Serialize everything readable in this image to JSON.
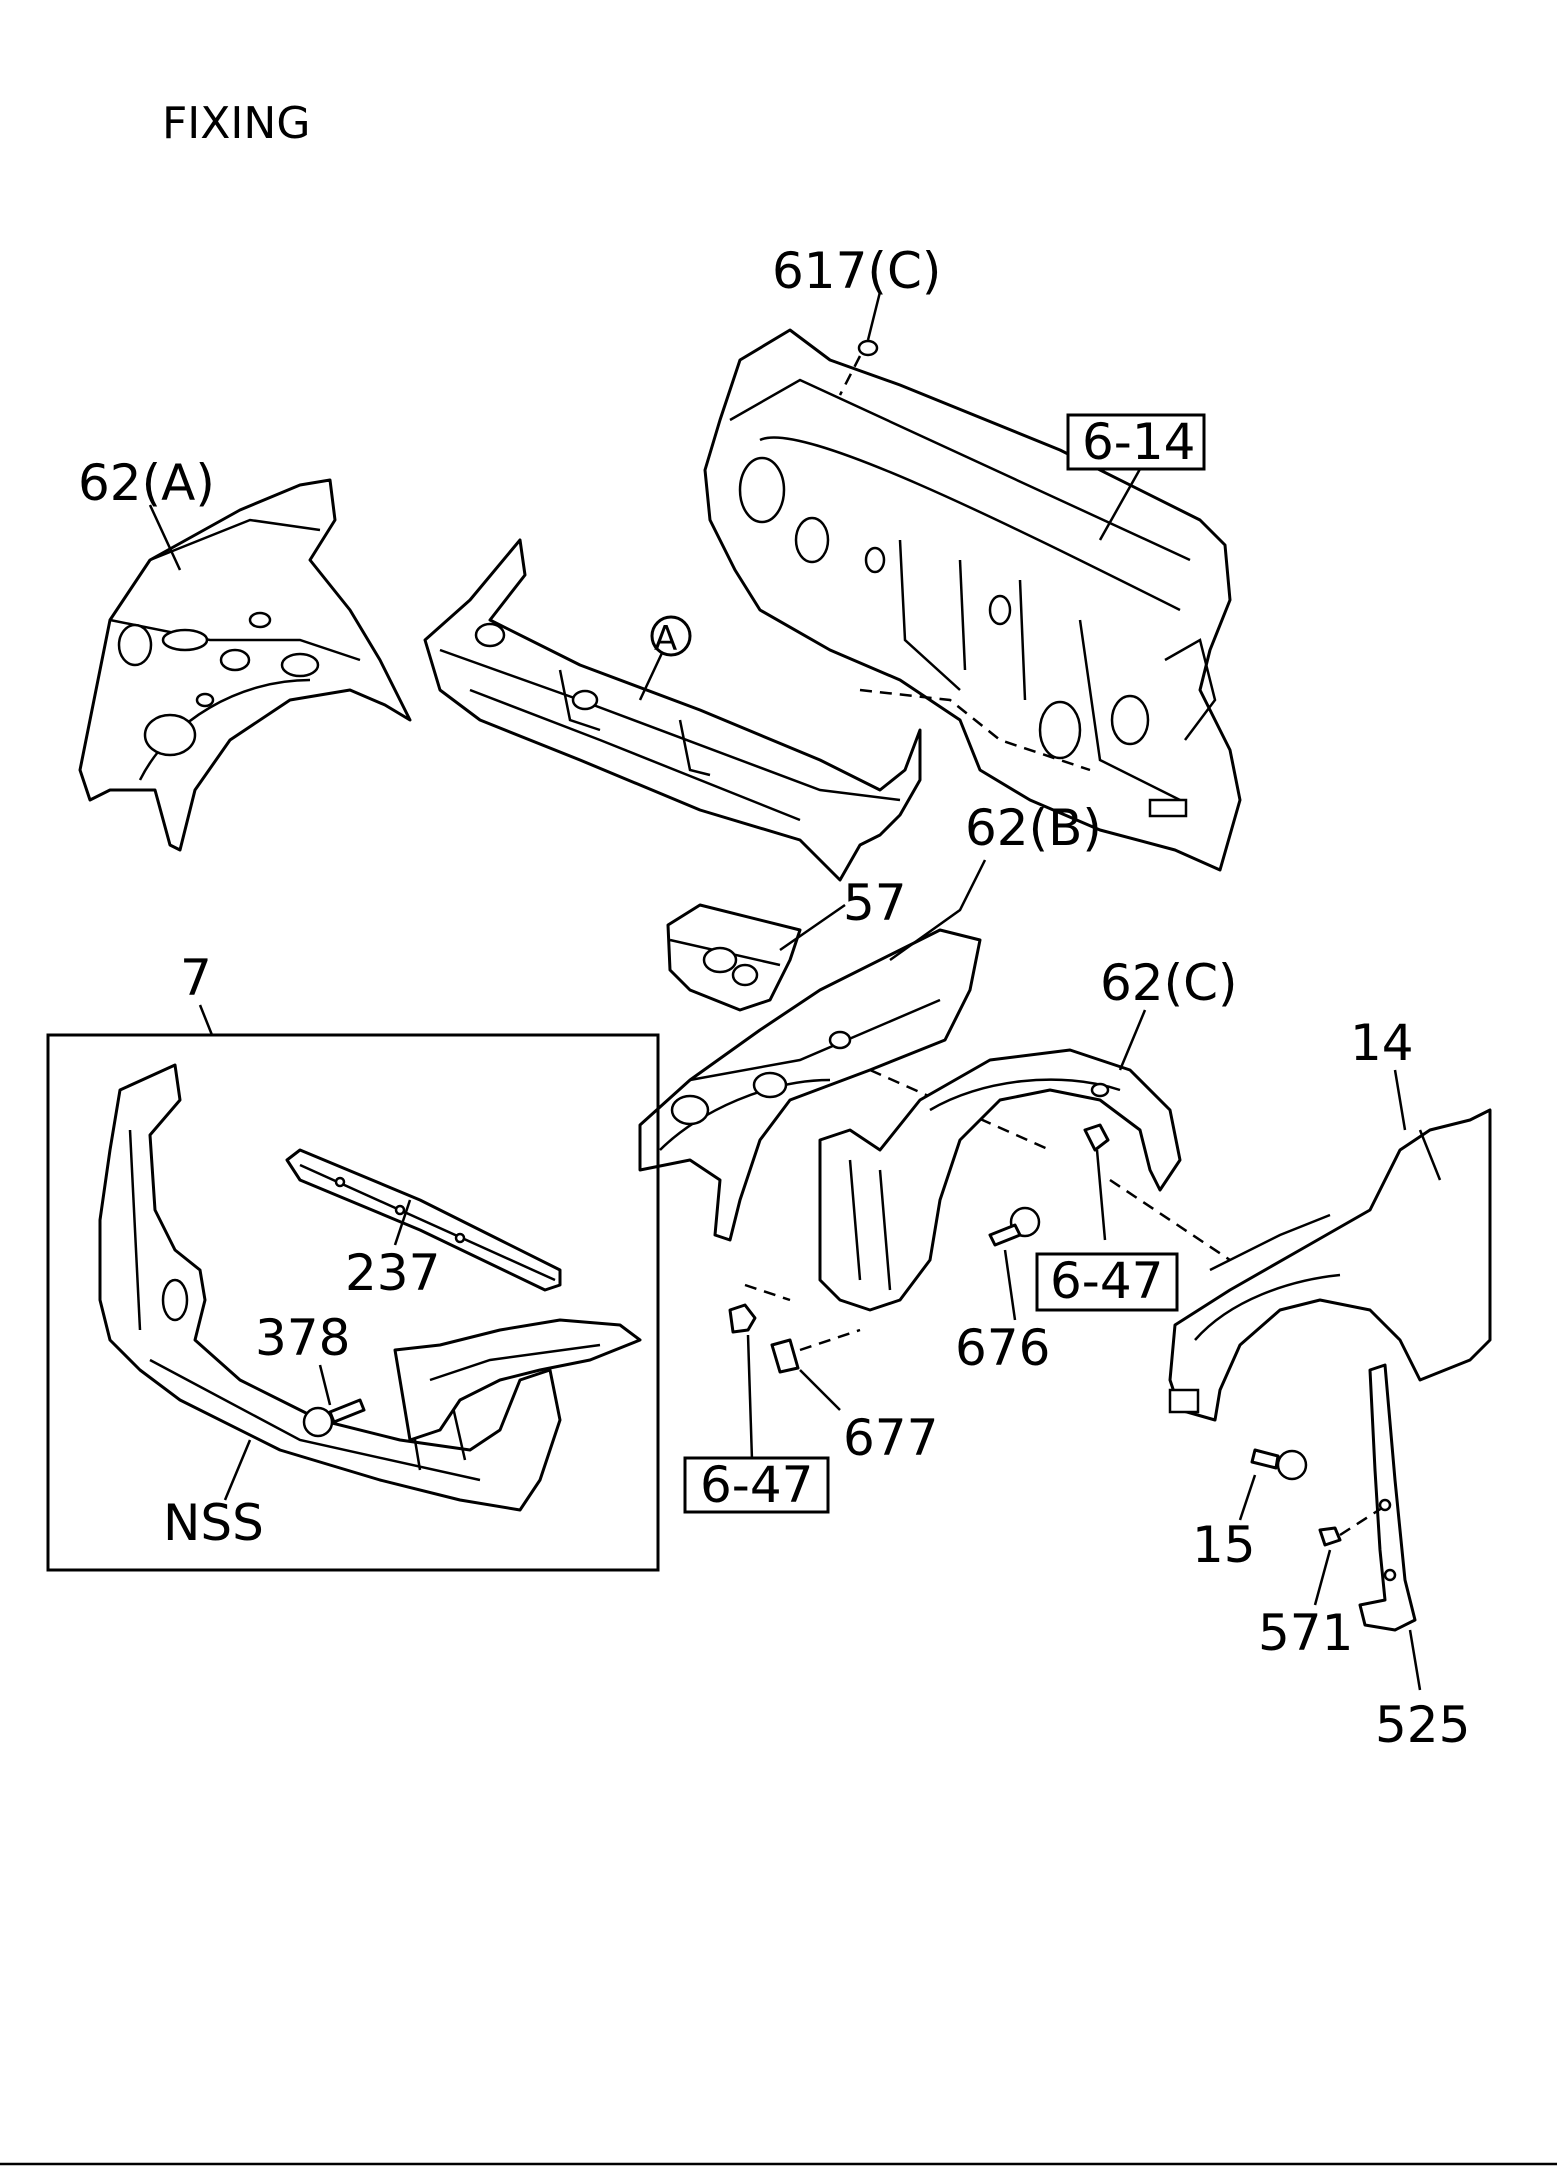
{
  "title": "FIXING",
  "labels": {
    "p617c": "617(C)",
    "ref614": "6-14",
    "p62a": "62(A)",
    "circleA": "A",
    "p62b": "62(B)",
    "p57": "57",
    "p7": "7",
    "p62c": "62(C)",
    "p14": "14",
    "p237": "237",
    "p378": "378",
    "p676": "676",
    "ref647a": "6-47",
    "p677": "677",
    "ref647b": "6-47",
    "nss": "NSS",
    "p15": "15",
    "p571": "571",
    "p525": "525"
  }
}
